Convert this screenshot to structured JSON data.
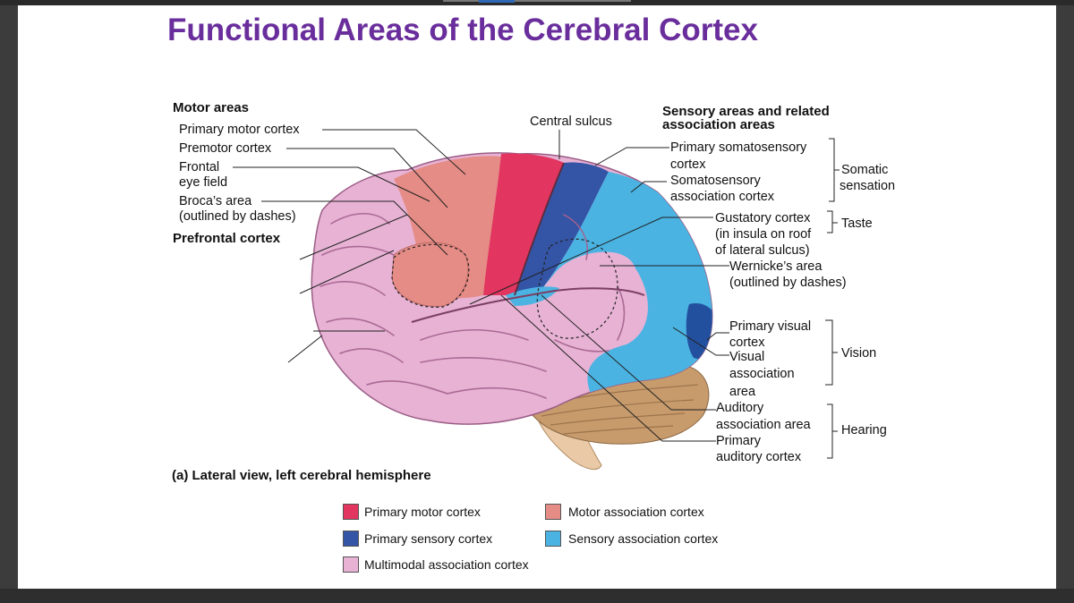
{
  "title": "Functional Areas of the Cerebral Cortex",
  "left_labels": {
    "motor_heading": "Motor areas",
    "primary_motor": "Primary motor cortex",
    "premotor": "Premotor cortex",
    "frontal_1": "Frontal",
    "frontal_2": "eye field",
    "broca_1": "Broca’s area",
    "broca_2": "(outlined by dashes)",
    "prefrontal": "Prefrontal cortex"
  },
  "center_label": "Central sulcus",
  "right_labels": {
    "sensory_heading_1": "Sensory areas and related",
    "sensory_heading_2": "association areas",
    "prim_somato_1": "Primary somatosensory",
    "prim_somato_2": "cortex",
    "somato_assoc_1": "Somatosensory",
    "somato_assoc_2": "association cortex",
    "somatic_1": "Somatic",
    "somatic_2": "sensation",
    "gustatory_1": "Gustatory cortex",
    "gustatory_2": "(in insula on roof",
    "gustatory_3": "of lateral sulcus)",
    "taste": "Taste",
    "wernicke_1": "Wernicke’s area",
    "wernicke_2": "(outlined by dashes)",
    "prim_visual_1": "Primary visual",
    "prim_visual_2": "cortex",
    "visual_assoc_1": "Visual",
    "visual_assoc_2": "association",
    "visual_assoc_3": "area",
    "vision": "Vision",
    "aud_assoc_1": "Auditory",
    "aud_assoc_2": "association area",
    "prim_aud_1": "Primary",
    "prim_aud_2": "auditory cortex",
    "hearing": "Hearing"
  },
  "caption": "(a) Lateral view, left cerebral hemisphere",
  "legend": [
    {
      "label": "Primary motor cortex",
      "color": "#e2355f"
    },
    {
      "label": "Motor association cortex",
      "color": "#e58c86"
    },
    {
      "label": "Primary sensory cortex",
      "color": "#3454a6"
    },
    {
      "label": "Sensory association cortex",
      "color": "#4ab3e2"
    },
    {
      "label": "Multimodal association cortex",
      "color": "#e7b2d4"
    }
  ],
  "colors": {
    "title": "#6a2e9c",
    "primary_motor": "#e2355f",
    "motor_assoc": "#e58c86",
    "primary_sensory": "#3454a6",
    "sensory_assoc": "#4ab3e2",
    "multimodal": "#e7b2d4",
    "cerebellum": "#c79b6c"
  }
}
